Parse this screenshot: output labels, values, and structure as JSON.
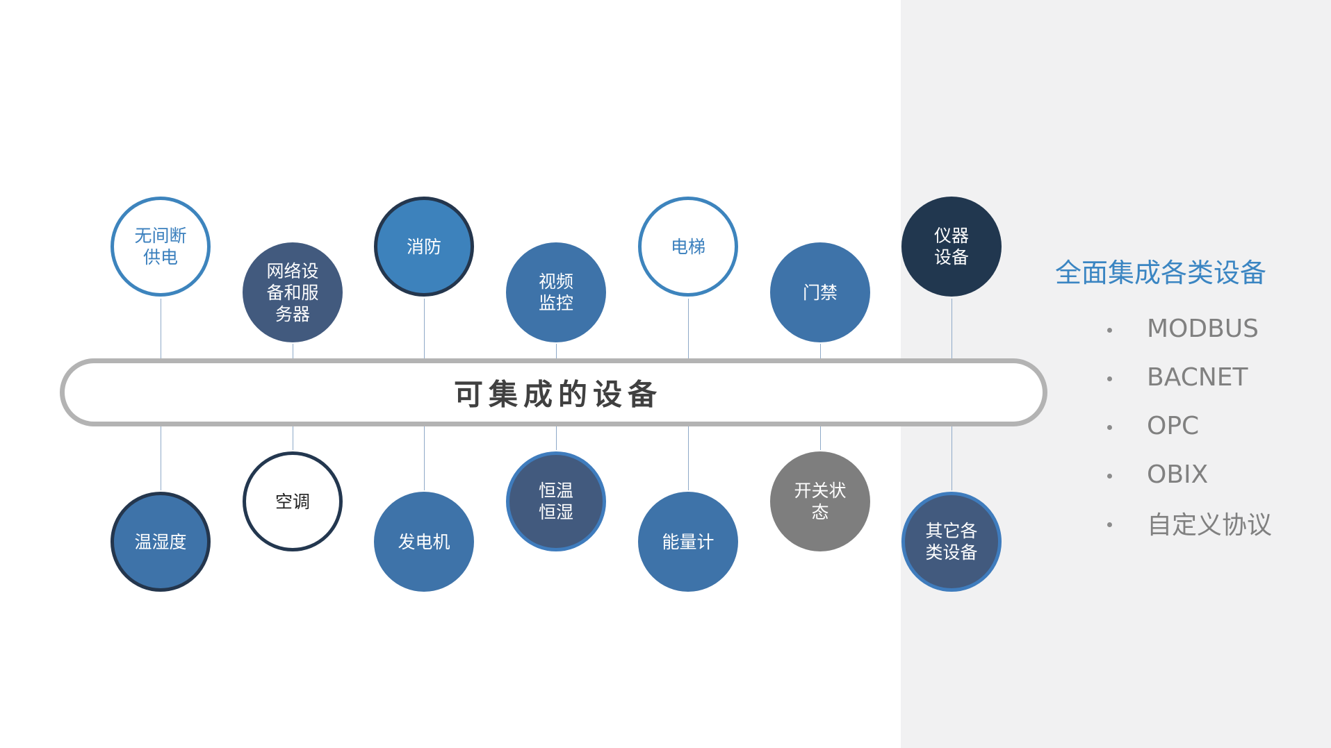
{
  "center_label": "可集成的设备",
  "top_devices": [
    {
      "label": "无间断\n供电",
      "style": "c-outline-blue"
    },
    {
      "label": "网络设\n备和服\n务器",
      "style": "c-slate"
    },
    {
      "label": "消防",
      "style": "c-bright"
    },
    {
      "label": "视频\n监控",
      "style": "c-blue"
    },
    {
      "label": "电梯",
      "style": "c-outline-blue"
    },
    {
      "label": "门禁",
      "style": "c-blue"
    },
    {
      "label": "仪器\n设备",
      "style": "c-dark"
    }
  ],
  "bottom_devices": [
    {
      "label": "温湿度",
      "style": "c-blue-ring"
    },
    {
      "label": "空调",
      "style": "c-outline-navy"
    },
    {
      "label": "发电机",
      "style": "c-blue"
    },
    {
      "label": "恒温\n恒湿",
      "style": "c-slate-ring"
    },
    {
      "label": "能量计",
      "style": "c-blue"
    },
    {
      "label": "开关状\n态",
      "style": "c-gray"
    },
    {
      "label": "其它各\n类设备",
      "style": "c-slate-ring"
    }
  ],
  "side_panel": {
    "heading": "全面集成各类设备",
    "protocols": [
      "MODBUS",
      "BACNET",
      "OPC",
      "OBIX",
      "自定义协议"
    ]
  },
  "colors": {
    "accent_blue": "#3d84bd",
    "navy": "#21374f",
    "slate": "#425a7e",
    "gray": "#7e7e7e",
    "bar_border": "#b3b3b3",
    "panel_bg": "#f1f1f2"
  }
}
